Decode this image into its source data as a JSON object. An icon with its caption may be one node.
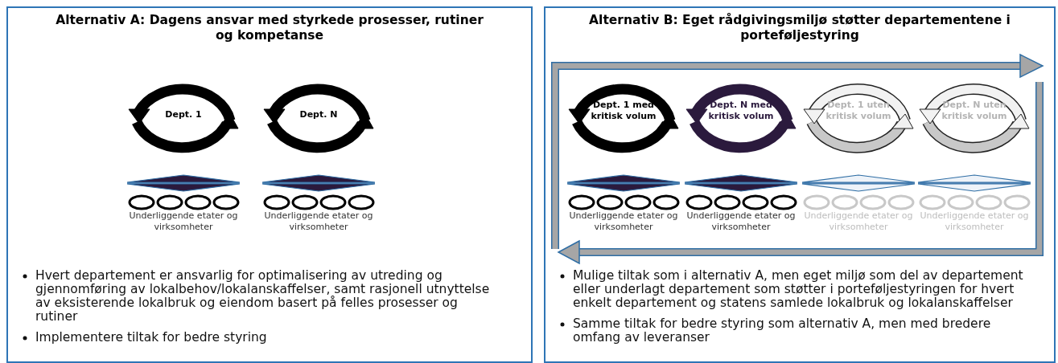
{
  "diagram": {
    "nodes": [
      {
        "text": [
          "Alternativ A: Dagens ansvar med styrkede prosesser, rutiner og kompetanse",
          "Hvert departement er ansvarlig for optimalisering av utreding og gjennomføring av lokalbehov/lokalanskaffelser, samt rasjonell utnyttelse av eksisterende lokalbruk og eiendom basert på felles prosesser og rutiner",
          "Implementere tiltak for bedre styring"
        ]
      },
      {
        "text": [
          "Dept. 1"
        ],
        "in": 0,
        "beside": [
          "Underliggende etater og virksomheter"
        ]
      },
      {
        "text": [
          "Dept. N"
        ],
        "in": 0,
        "beside": [
          "Underliggende etater og virksomheter"
        ]
      },
      {
        "text": [
          "Alternativ B: Eget rådgivingsmiljø støtter departementene i porteføljestyring",
          "Mulige tiltak som i alternativ A, men eget miljø som del av departement eller underlagt departement som støtter i porteføljestyringen for hvert enkelt departement og statens samlede lokalbruk og lokalanskaffelser",
          "Samme tiltak for bedre styring som alternativ A, men med bredere omfang av leveranser"
        ]
      },
      {
        "text": [
          "Dept. 1 med kritisk volum"
        ],
        "in": 3,
        "beside": [
          "Underliggende etater og virksomheter"
        ]
      },
      {
        "text": [
          "Dept. N med kritisk volum"
        ],
        "in": 3,
        "beside": [
          "Underliggende etater og virksomheter"
        ]
      },
      {
        "text": [
          "Dept. 1 uten kritisk volum"
        ],
        "in": 3,
        "beside": [
          "Underliggende etater og virksomheter"
        ]
      },
      {
        "text": [
          "Dept. N uten kritisk volum"
        ],
        "in": 3,
        "beside": [
          "Underliggende etater og virksomheter"
        ]
      }
    ]
  }
}
